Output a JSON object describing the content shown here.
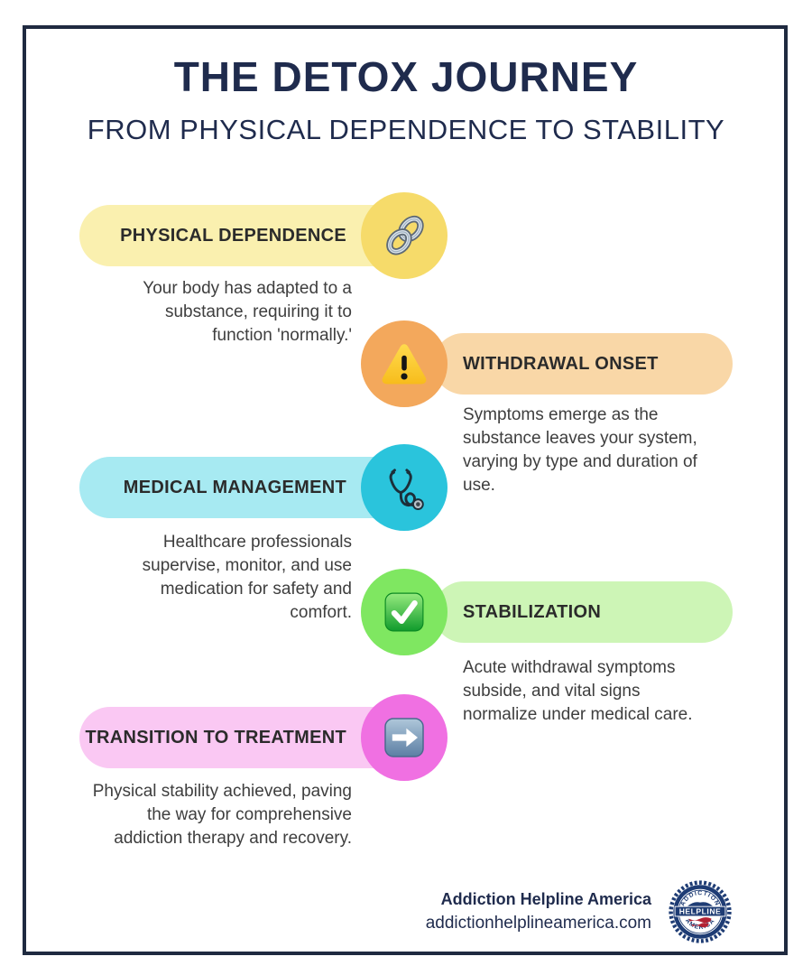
{
  "header": {
    "title": "THE DETOX JOURNEY",
    "subtitle": "FROM PHYSICAL DEPENDENCE TO STABILITY"
  },
  "stages": [
    {
      "label": "PHYSICAL DEPENDENCE",
      "description": "Your body has adapted to a\nsubstance, requiring it to\nfunction 'normally.'",
      "icon": "chain-link-icon",
      "side": "left",
      "pill_color": "#FAF0AF",
      "circle_color": "#F6DB6A"
    },
    {
      "label": "WITHDRAWAL ONSET",
      "description": "Symptoms emerge as the\nsubstance leaves your system,\nvarying by type and duration of\nuse.",
      "icon": "warning-icon",
      "side": "right",
      "pill_color": "#F9D7A7",
      "circle_color": "#F3A85C"
    },
    {
      "label": "MEDICAL MANAGEMENT",
      "description": "Healthcare professionals\nsupervise, monitor, and use\nmedication for safety and\ncomfort.",
      "icon": "stethoscope-icon",
      "side": "left",
      "pill_color": "#A7EAF2",
      "circle_color": "#2AC4DC"
    },
    {
      "label": "STABILIZATION",
      "description": "Acute withdrawal symptoms\nsubside, and vital signs\nnormalize under medical care.",
      "icon": "check-mark-icon",
      "side": "right",
      "pill_color": "#CDF5B6",
      "circle_color": "#7FE761"
    },
    {
      "label": "TRANSITION TO TREATMENT",
      "description": "Physical stability achieved, paving\nthe way for comprehensive\naddiction therapy and recovery.",
      "icon": "arrow-right-icon",
      "side": "left",
      "pill_color": "#FAC8F3",
      "circle_color": "#F070E2"
    }
  ],
  "footer": {
    "brand": "Addiction Helpline America",
    "website": "addictionhelplineamerica.com",
    "logo": {
      "top": "ADDICTION",
      "middle": "HELPLINE",
      "bottom": "AMERICA"
    }
  },
  "colors": {
    "navy": "#1F2B4D",
    "frame_border": "#1F2A40",
    "description_text": "#3E3E3E",
    "label_text": "#2B2B2B"
  }
}
